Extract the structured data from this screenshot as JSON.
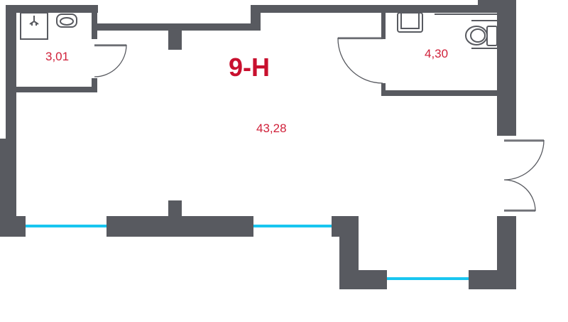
{
  "unit": {
    "label": "9-H",
    "color": "#c8102e"
  },
  "rooms": [
    {
      "name": "bathroom-1",
      "area": "3,01"
    },
    {
      "name": "main-room",
      "area": "43,28"
    },
    {
      "name": "bathroom-2",
      "area": "4,30"
    }
  ],
  "colors": {
    "wall": "#585a60",
    "window": "#19c6f0",
    "area_text": "#d0213a"
  }
}
